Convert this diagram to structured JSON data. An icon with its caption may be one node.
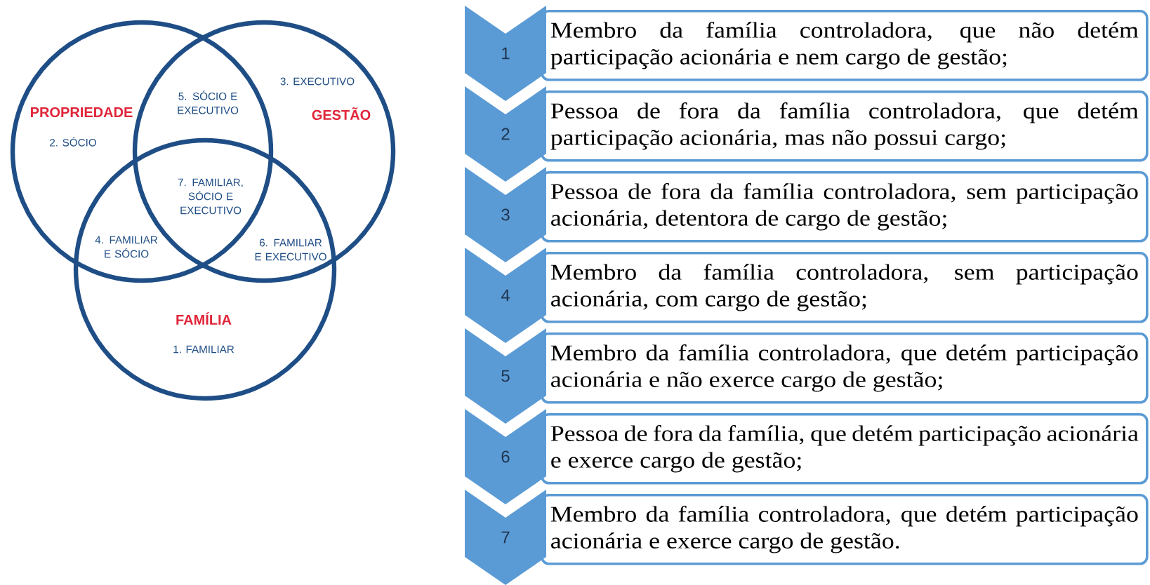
{
  "diagram": {
    "nodes": [
      {
        "text": [
          "PROPRIEDADE",
          "2. SÓCIO"
        ]
      },
      {
        "text": [
          "3. EXECUTIVO",
          "GESTÃO"
        ]
      },
      {
        "text": [
          "FAMÍLIA",
          "1. FAMILIAR"
        ]
      },
      {
        "text": [
          "1"
        ]
      },
      {
        "text": [
          "Membro da família controladora, que não detém participação acionária e nem cargo de gestão;"
        ]
      },
      {
        "text": [
          "2"
        ]
      },
      {
        "text": [
          "Pessoa de fora da família controladora, que detém participação acionária, mas não possui cargo;"
        ]
      },
      {
        "text": [
          "3"
        ]
      },
      {
        "text": [
          "Pessoa de fora da família controladora, sem participação acionária, detentora de cargo de gestão;"
        ]
      },
      {
        "text": [
          "4"
        ]
      },
      {
        "text": [
          "Membro da família controladora, sem participação acionária, com cargo de gestão;"
        ]
      },
      {
        "text": [
          "5"
        ]
      },
      {
        "text": [
          "Membro da família controladora, que detém participação acionária e não exerce cargo de gestão;"
        ]
      },
      {
        "text": [
          "6"
        ]
      },
      {
        "text": [
          "Pessoa de fora da família, que detém participação acionária e exerce cargo de gestão;"
        ]
      },
      {
        "text": [
          "7"
        ]
      },
      {
        "text": [
          "Membro da família controladora, que detém participação acionária e exerce cargo de gestão."
        ]
      }
    ],
    "labels": [
      "5. SÓCIO E EXECUTIVO",
      "7. FAMILIAR, SÓCIO E EXECUTIVO",
      "4. FAMILIAR E SÓCIO",
      "6. FAMILIAR E EXECUTIVO"
    ]
  }
}
